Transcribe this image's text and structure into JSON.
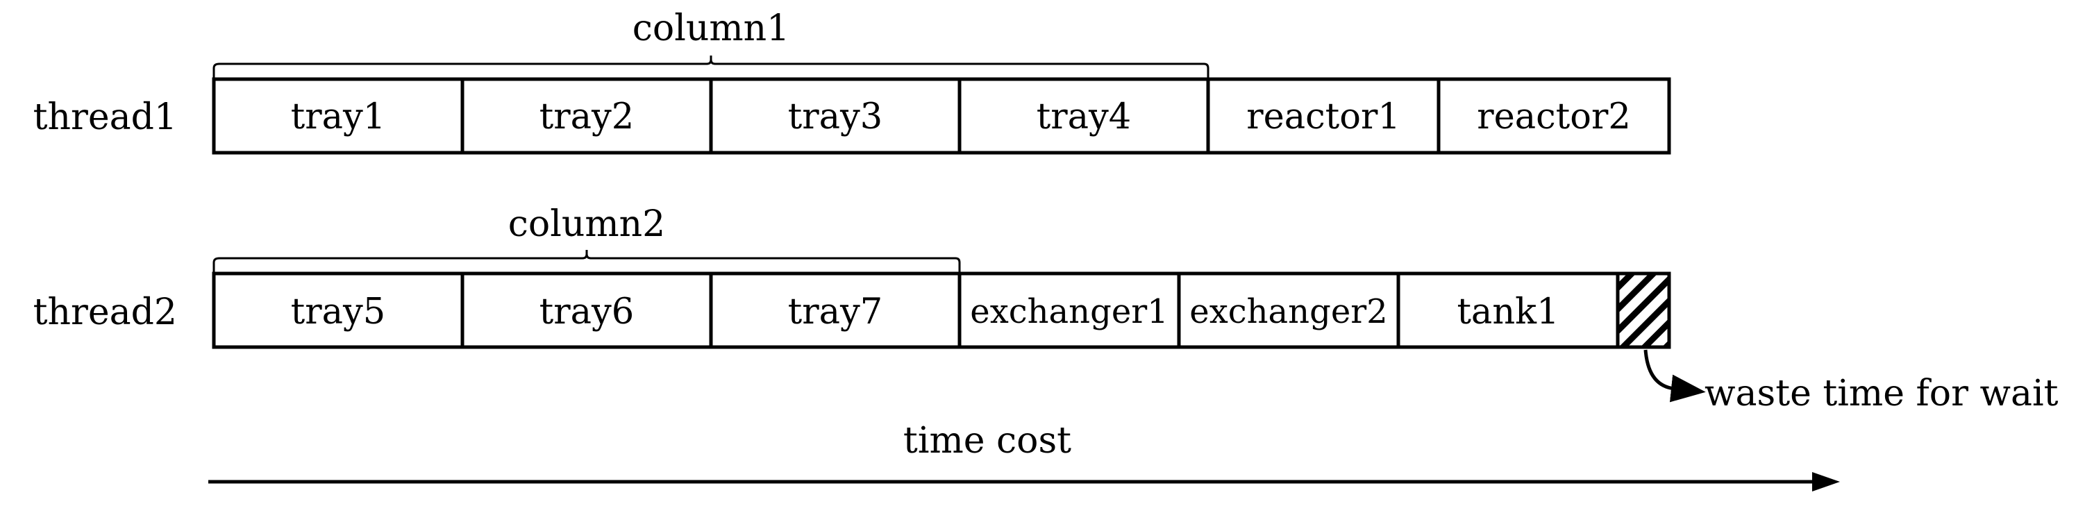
{
  "threads": [
    {
      "label": "thread1",
      "group": {
        "label": "column1",
        "span": 4
      },
      "blocks": [
        "tray1",
        "tray2",
        "tray3",
        "tray4",
        "reactor1",
        "reactor2"
      ],
      "waste": false
    },
    {
      "label": "thread2",
      "group": {
        "label": "column2",
        "span": 3
      },
      "blocks": [
        "tray5",
        "tray6",
        "tray7",
        "exchanger1",
        "exchanger2",
        "tank1"
      ],
      "waste": true
    }
  ],
  "waste_label": "waste time for wait",
  "axis_label": "time cost",
  "colors": {
    "stroke": "#000000",
    "fill": "#ffffff"
  },
  "icons": {
    "waste": "hatched-block",
    "axis": "arrow-right-icon"
  }
}
